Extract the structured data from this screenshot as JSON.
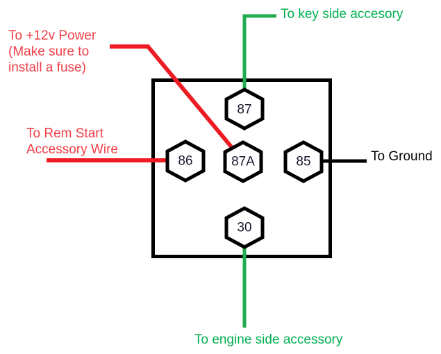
{
  "colors": {
    "red_line": "#ed1c24",
    "red_text": "#f03e46",
    "green_line": "#22ac52",
    "green_text": "#00b050",
    "black_text": "#000000",
    "pin_text": "#1a1a2e"
  },
  "labels": {
    "key_side": "To key side accesory",
    "power": "To +12v Power\n(Make sure to\ninstall a fuse)",
    "rem_start": "To Rem Start\nAccessory Wire",
    "ground": "To Ground",
    "engine_side": "To engine side accessory"
  },
  "pins": [
    {
      "id": "87",
      "label": "87"
    },
    {
      "id": "86",
      "label": "86"
    },
    {
      "id": "87A",
      "label": "87A"
    },
    {
      "id": "85",
      "label": "85"
    },
    {
      "id": "30",
      "label": "30"
    }
  ]
}
